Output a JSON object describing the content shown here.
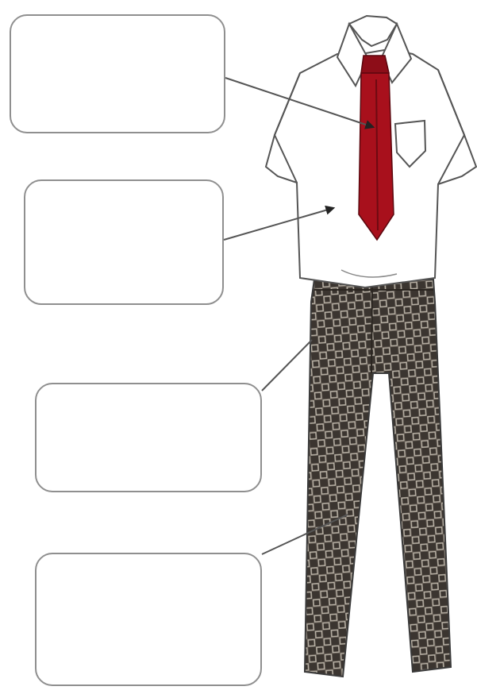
{
  "labels": [
    {
      "id": "tie",
      "text": ""
    },
    {
      "id": "shirt",
      "text": ""
    },
    {
      "id": "belt",
      "text": ""
    },
    {
      "id": "trousers",
      "text": ""
    }
  ],
  "colors": {
    "tie": "#a8101c",
    "tie_shadow": "#6e0a12",
    "shirt": "#ffffff",
    "outline": "#555555",
    "trousers_base": "#3b3530",
    "trousers_check": "#b9b2a6",
    "leader_line": "#555555"
  },
  "icons": {
    "tie": "necktie-icon",
    "shirt": "short-sleeve-shirt-icon",
    "trousers": "checked-trousers-icon"
  }
}
